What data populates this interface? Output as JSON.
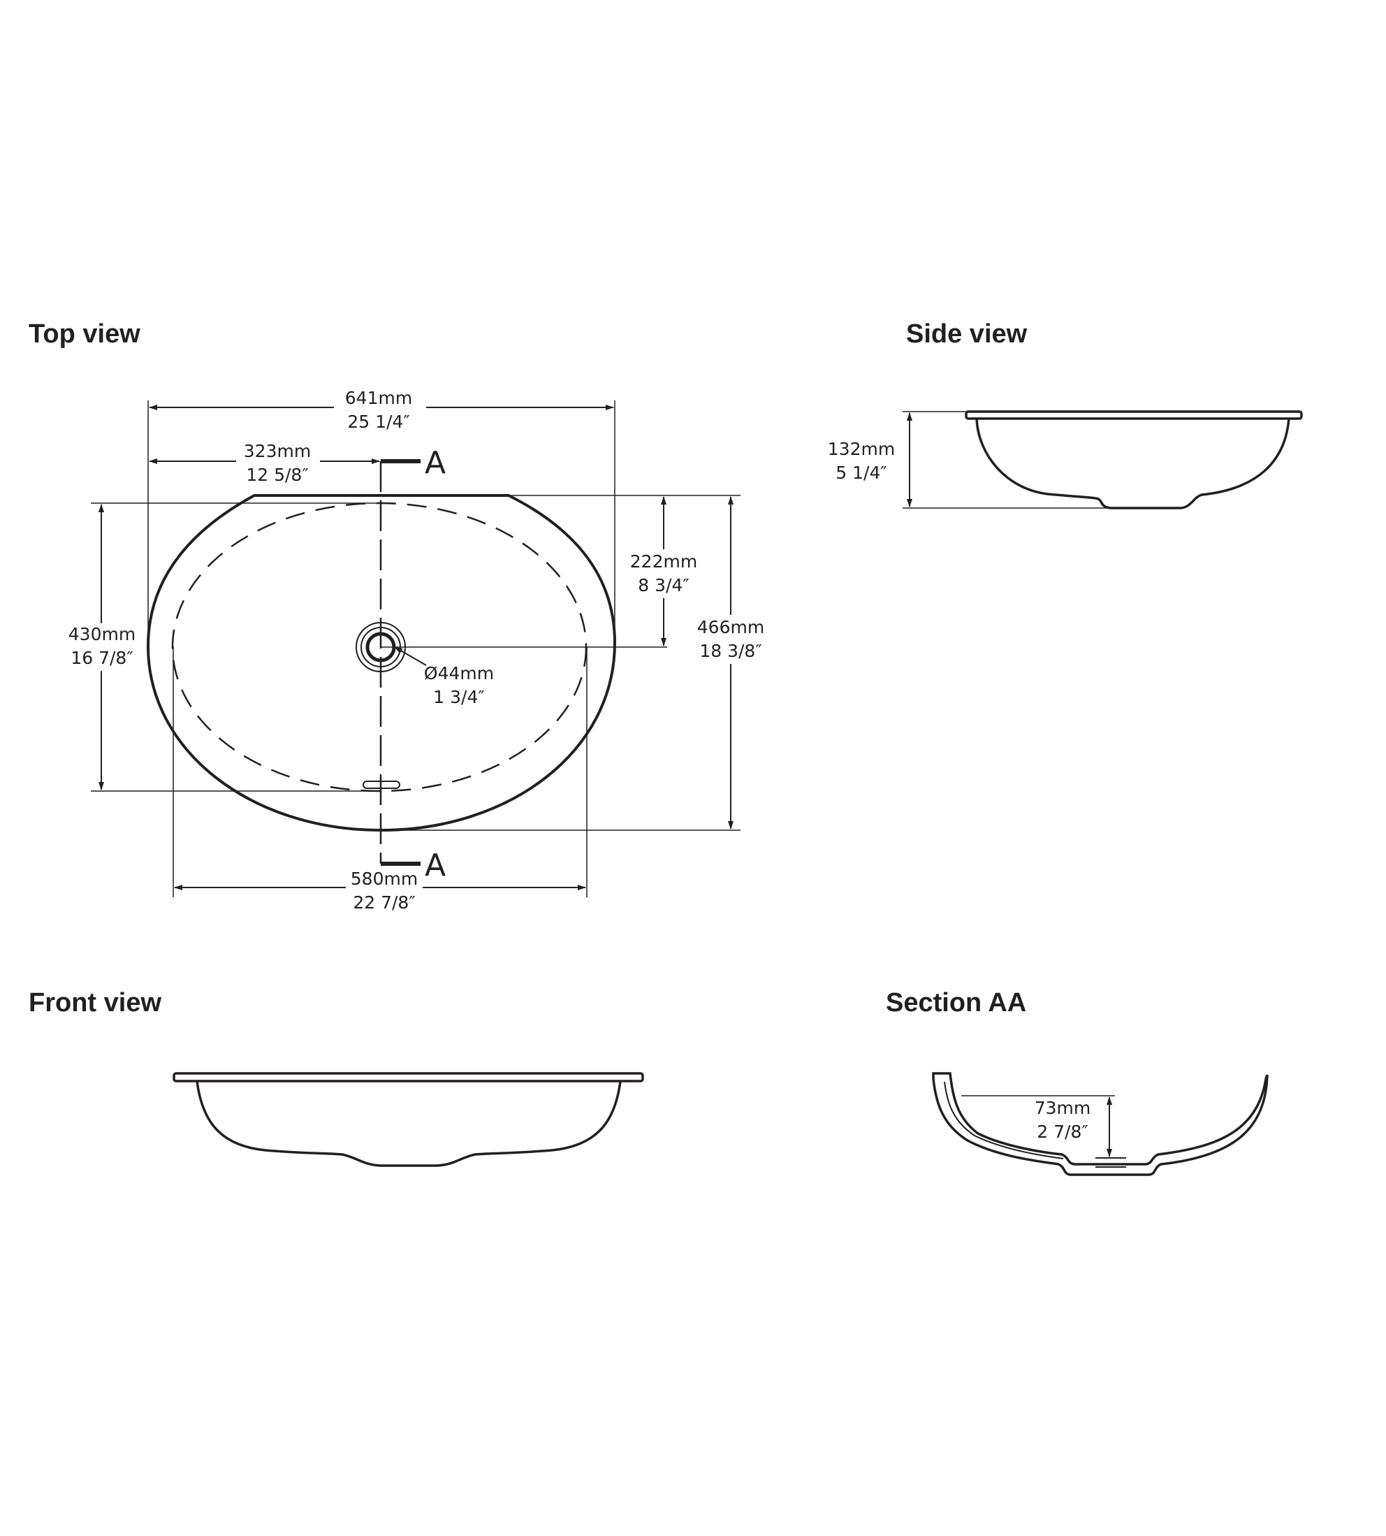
{
  "titles": {
    "top": "Top view",
    "side": "Side view",
    "front": "Front view",
    "section": "Section AA"
  },
  "section_marker": "A",
  "dimensions": {
    "overall_length": {
      "mm": "641mm",
      "in": "25 1/4″"
    },
    "drain_from_left": {
      "mm": "323mm",
      "in": "12 5/8″"
    },
    "drain_from_back": {
      "mm": "222mm",
      "in": "8 3/4″"
    },
    "inner_width": {
      "mm": "430mm",
      "in": "16 7/8″"
    },
    "overall_width": {
      "mm": "466mm",
      "in": "18 3/8″"
    },
    "drain_diameter": {
      "mm": "Ø44mm",
      "in": "1 3/4″"
    },
    "inner_length": {
      "mm": "580mm",
      "in": "22 7/8″"
    },
    "height": {
      "mm": "132mm",
      "in": "5 1/4″"
    },
    "bowl_depth": {
      "mm": "73mm",
      "in": "2 7/8″"
    }
  }
}
